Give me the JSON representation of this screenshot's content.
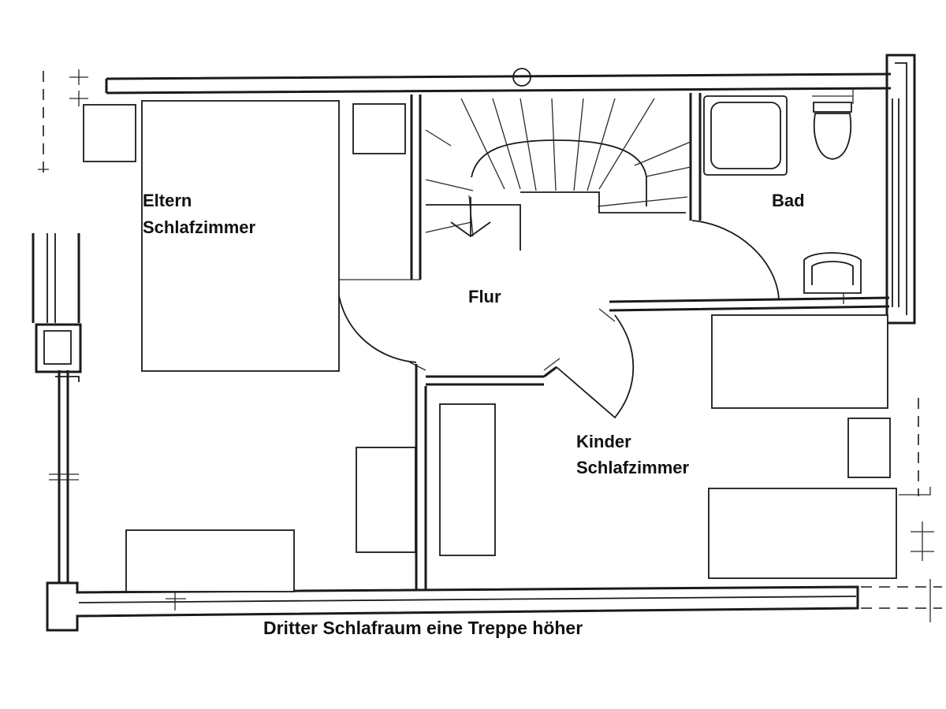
{
  "rooms": {
    "eltern_line1": "Eltern",
    "eltern_line2": "Schlafzimmer",
    "flur": "Flur",
    "bad": "Bad",
    "kinder_line1": "Kinder",
    "kinder_line2": "Schlafzimmer"
  },
  "caption": "Dritter Schlafraum eine Treppe höher"
}
